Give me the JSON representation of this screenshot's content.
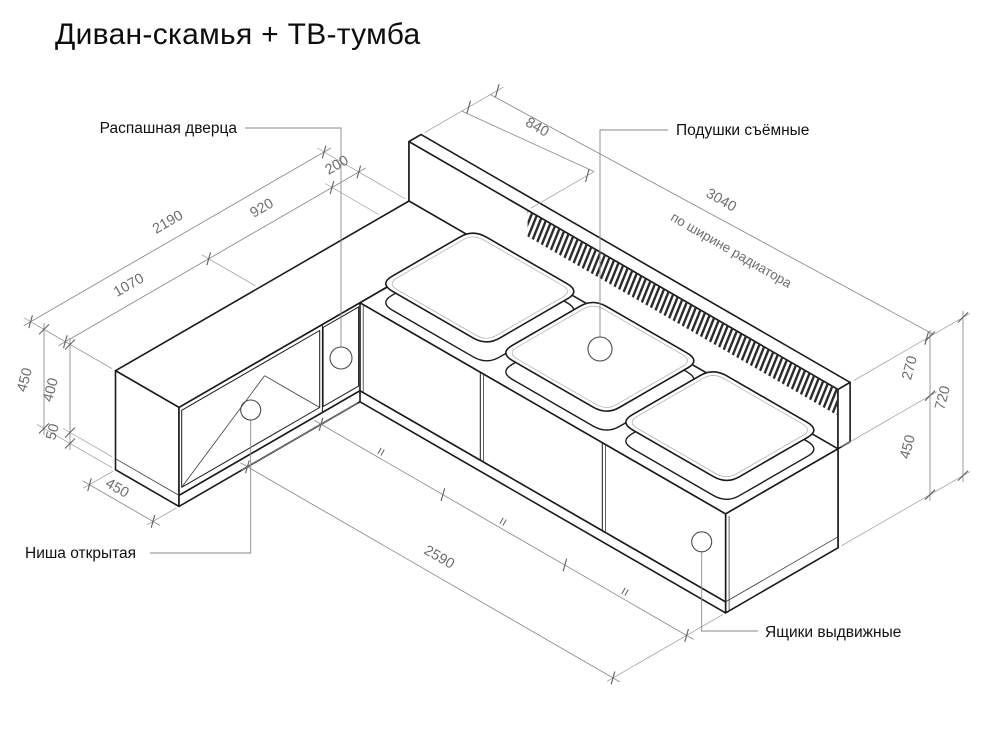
{
  "title": "Диван-скамья + ТВ-тумба",
  "labels": {
    "door": "Распашная дверца",
    "cushions": "Подушки съёмные",
    "niche": "Ниша открытая",
    "drawers": "Ящики выдвижные",
    "radiator_note": "по ширине радиатора"
  },
  "dimensions": {
    "stand_total": "2190",
    "stand_niche": "1070",
    "stand_door": "920",
    "stand_gap": "200",
    "back_left_offset": "840",
    "back_total": "3040",
    "stand_height_total": "450",
    "stand_carcass": "400",
    "stand_plinth": "50",
    "stand_depth": "450",
    "backrest_above_seat": "270",
    "height_total": "720",
    "seat_height": "450",
    "bench_length": "2590"
  },
  "symbols": {
    "equal": "="
  },
  "colors": {
    "outline": "#1a1a1a",
    "dimension": "#8a8a8a",
    "dimension_text": "#6e6e6e",
    "panel_shade": "#d2d2d2",
    "hatch": "#2b2b2b",
    "background": "#ffffff"
  }
}
